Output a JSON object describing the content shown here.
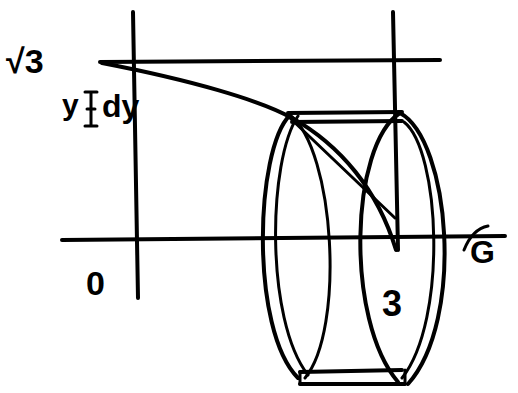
{
  "diagram": {
    "labels": [
      "√3",
      "y",
      "dy",
      "0",
      "3",
      "G"
    ]
  }
}
